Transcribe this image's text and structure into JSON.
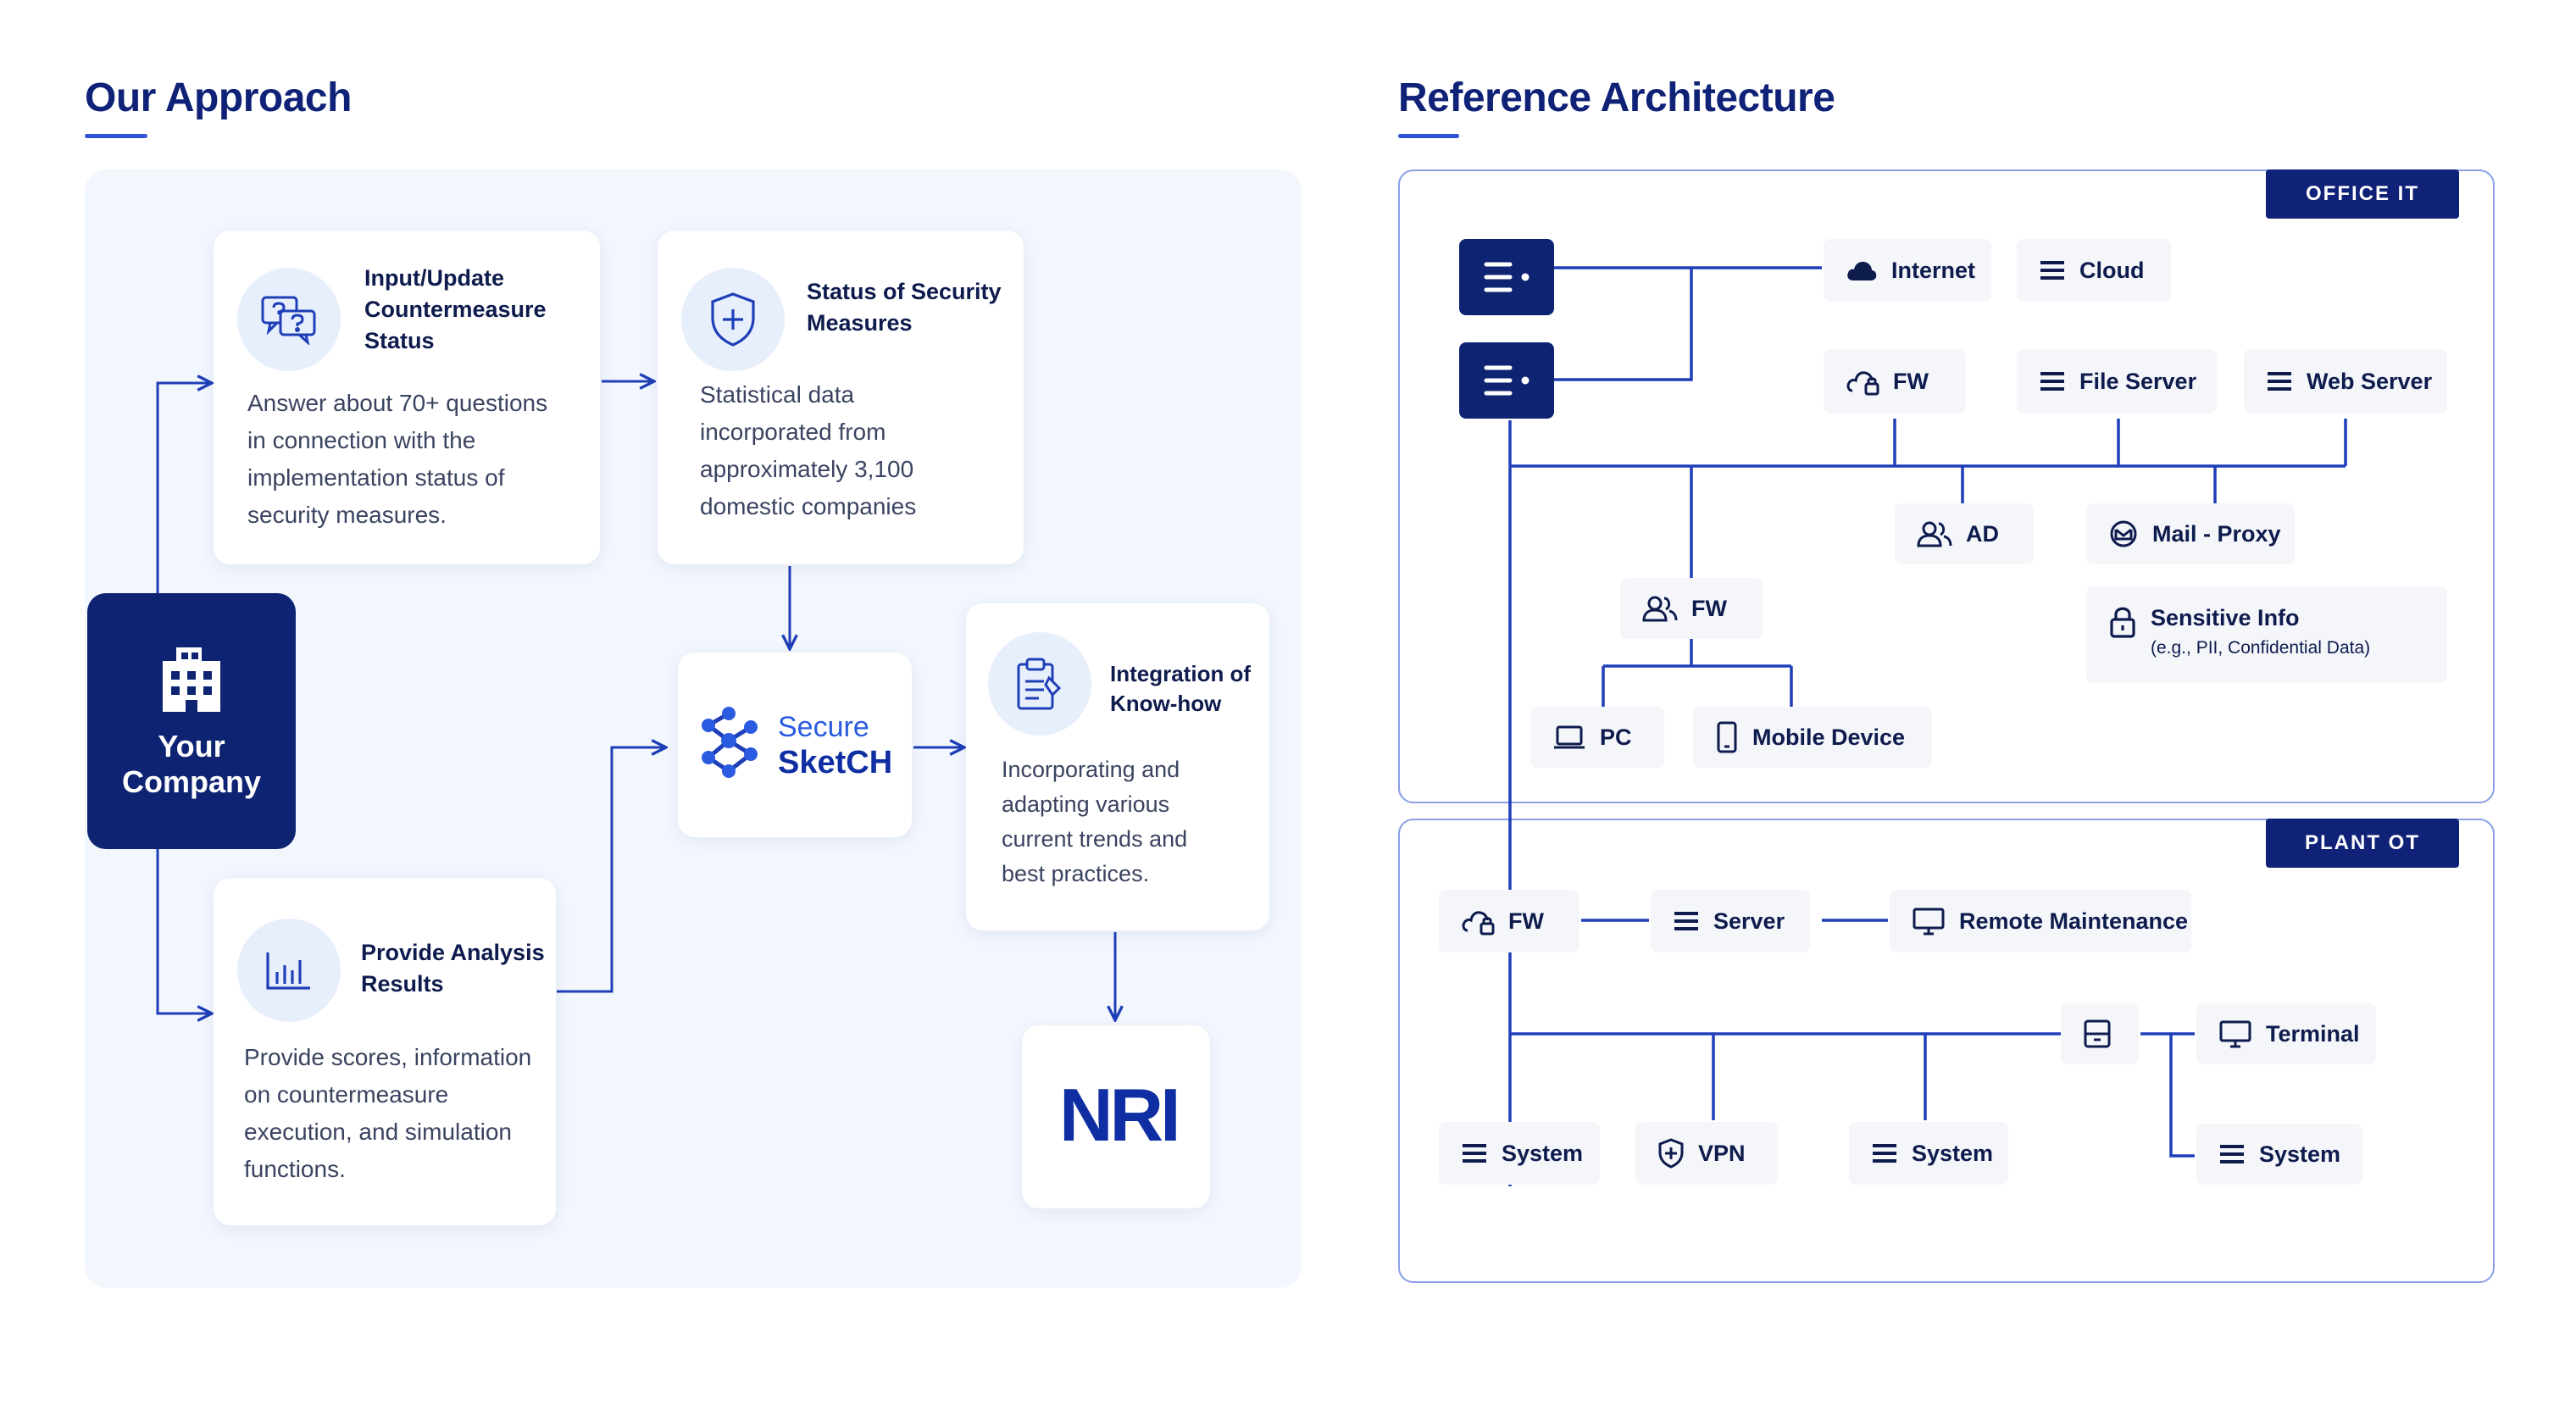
{
  "left": {
    "title": "Our Approach",
    "company": {
      "label_line1": "Your",
      "label_line2": "Company",
      "icon": "building-icon"
    },
    "input_card": {
      "title": [
        "Input/Update",
        "Countermeasure",
        "Status"
      ],
      "body": [
        "Answer about 70+ questions",
        "in connection with the",
        "implementation status of",
        "security measures."
      ],
      "icon": "chat-question-icon"
    },
    "status_card": {
      "title": [
        "Status of Security",
        "Measures"
      ],
      "body": [
        "Statistical data",
        "incorporated from",
        "approximately 3,100",
        "domestic companies"
      ],
      "icon": "shield-plus-icon"
    },
    "analysis_card": {
      "title": [
        "Provide Analysis",
        "Results"
      ],
      "body": [
        "Provide scores, information",
        "on countermeasure",
        "execution, and simulation",
        "functions."
      ],
      "icon": "bar-chart-icon"
    },
    "secure_sketch": {
      "line1": "Secure",
      "line2": "SketCH",
      "icon": "network-nodes-icon"
    },
    "integration_card": {
      "title": [
        "Integration of",
        "Know-how"
      ],
      "body": [
        "Incorporating and",
        "adapting various",
        "current trends and",
        "best practices."
      ],
      "icon": "clipboard-icon"
    },
    "nri": {
      "logo_text": "NRI"
    }
  },
  "right": {
    "title": "Reference Architecture",
    "office": {
      "tag": "OFFICE IT",
      "nodes": {
        "internet": "Internet",
        "cloud": "Cloud",
        "fw1": "FW",
        "file_server": "File Server",
        "web_server": "Web Server",
        "ad": "AD",
        "mail_proxy": "Mail - Proxy",
        "fw2": "FW",
        "pc": "PC",
        "mobile": "Mobile Device",
        "sensitive_title": "Sensitive Info",
        "sensitive_sub": "(e.g., PII, Confidential Data)"
      }
    },
    "plant": {
      "tag": "PLANT OT",
      "nodes": {
        "fw": "FW",
        "server": "Server",
        "remote": "Remote Maintenance",
        "terminal": "Terminal",
        "system1": "System",
        "vpn": "VPN",
        "system2": "System",
        "system3": "System"
      }
    }
  },
  "colors": {
    "navy": "#0e2473",
    "accent": "#3154d6",
    "line": "#1f3fb8",
    "panel": "#f2f6fd"
  }
}
